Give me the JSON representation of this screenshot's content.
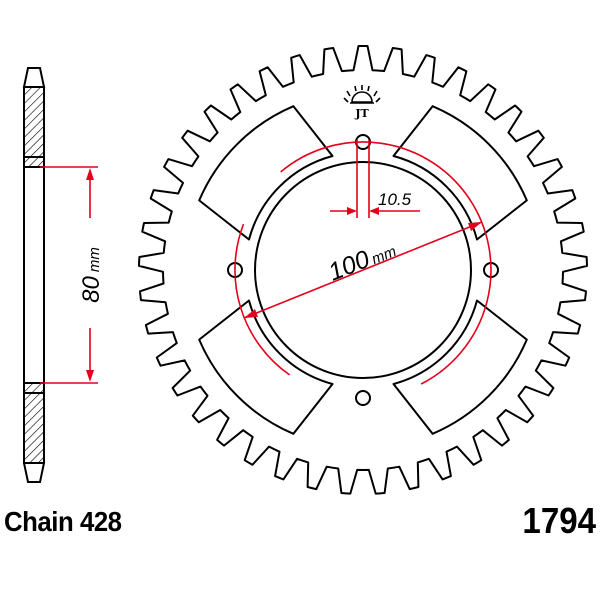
{
  "part": {
    "chain_label": "Chain 428",
    "part_number": "1794",
    "teeth": 41,
    "bolt_holes": 4
  },
  "dimensions": {
    "bolt_hole_diameter": {
      "value": "10.5"
    },
    "bolt_circle_diameter": {
      "value": "100",
      "unit": "mm"
    },
    "side_width": {
      "value": "80",
      "unit": "mm"
    }
  },
  "colors": {
    "line": "#000000",
    "dimension": "#e3001b",
    "background": "#ffffff"
  },
  "icons": {
    "logo": "sun-logo-icon"
  }
}
